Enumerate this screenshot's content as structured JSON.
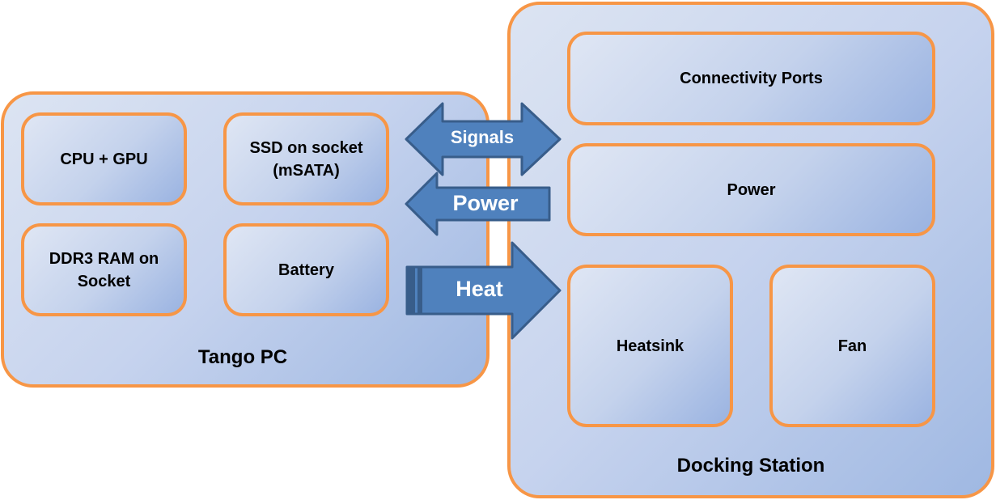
{
  "tango_pc": {
    "title": "Tango PC",
    "components": [
      {
        "label": "CPU + GPU"
      },
      {
        "label": "SSD on socket\n(mSATA)"
      },
      {
        "label": "DDR3 RAM on\nSocket"
      },
      {
        "label": "Battery"
      }
    ]
  },
  "docking_station": {
    "title": "Docking Station",
    "components": [
      {
        "label": "Connectivity Ports"
      },
      {
        "label": "Power"
      },
      {
        "label": "Heatsink"
      },
      {
        "label": "Fan"
      }
    ]
  },
  "flows": [
    {
      "label": "Signals",
      "direction": "bidirectional"
    },
    {
      "label": "Power",
      "direction": "docking-to-pc"
    },
    {
      "label": "Heat",
      "direction": "pc-to-docking"
    }
  ],
  "colors": {
    "border": "#f79646",
    "arrow_fill": "#4f81bd",
    "arrow_stroke": "#385d8a",
    "box_light": "#dfe6f4",
    "box_dark": "#9ab3e1"
  }
}
